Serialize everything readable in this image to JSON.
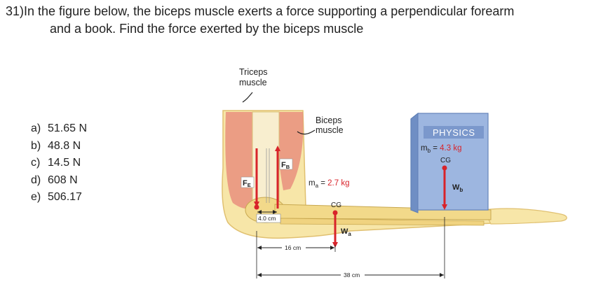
{
  "question": {
    "number": "31)",
    "line1": "In the figure below, the biceps muscle exerts a force supporting a perpendicular forearm",
    "line2": "and a book. Find the force exerted by the biceps muscle"
  },
  "choices": [
    {
      "letter": "a)",
      "text": "51.65 N"
    },
    {
      "letter": "b)",
      "text": "48.8 N"
    },
    {
      "letter": "c)",
      "text": "14.5 N"
    },
    {
      "letter": "d)",
      "text": "608 N"
    },
    {
      "letter": "e)",
      "text": "506.17"
    }
  ],
  "figure": {
    "triceps_line1": "Triceps",
    "triceps_line2": "muscle",
    "biceps_line1": "Biceps",
    "biceps_line2": "muscle",
    "book_title": "PHYSICS",
    "mb_label": "m",
    "mb_sub": "b",
    "mb_eq": " = ",
    "mb_value": "4.3 kg",
    "book_cg": "CG",
    "wb_label": "W",
    "wb_sub": "b",
    "ma_label": "m",
    "ma_sub": "a",
    "ma_eq": " = ",
    "ma_value": "2.7 kg",
    "arm_cg": "CG",
    "wa_label": "W",
    "wa_sub": "a",
    "fe_label": "F",
    "fe_sub": "E",
    "fb_label": "F",
    "fb_sub": "B",
    "dim_4": "4.0 cm",
    "dim_16": "16 cm",
    "dim_38": "38 cm",
    "colors": {
      "bone": "#f2d98a",
      "arm": "#f7e6a8",
      "muscle": "#e98f7e",
      "book": "#8aa6d6",
      "force": "#d8232a",
      "highlight": "#d8232a"
    }
  }
}
